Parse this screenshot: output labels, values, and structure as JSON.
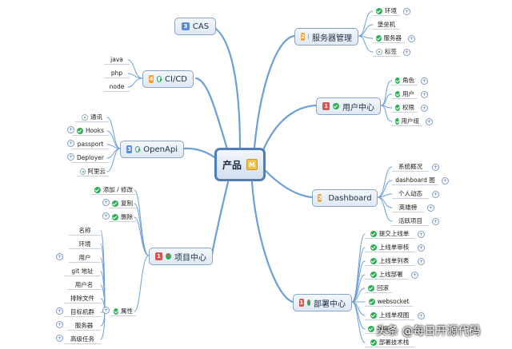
{
  "center": {
    "label": "产品",
    "badge": "M"
  },
  "branches": {
    "cas": {
      "num": "3",
      "label": "CAS"
    },
    "cicd": {
      "num": "4",
      "label": "CI/CD",
      "children": [
        "java",
        "php",
        "node"
      ]
    },
    "openapi": {
      "num": "3",
      "label": "OpenApi",
      "children": [
        "通讯",
        "Hooks",
        "passport",
        "Deployer",
        "阿里云"
      ]
    },
    "project": {
      "num": "1",
      "label": "项目中心",
      "children": [
        "添加 / 修改",
        "复制",
        "删除",
        "属性"
      ],
      "attributes": [
        "名称",
        "环境",
        "用户",
        "git 地址",
        "用户名",
        "排除文件",
        "目标机群",
        "服务器",
        "高级任务"
      ]
    },
    "server": {
      "num": "2",
      "label": "服务器管理",
      "children": [
        "环境",
        "堡垒机",
        "服务器",
        "标签"
      ]
    },
    "user": {
      "num": "1",
      "label": "用户中心",
      "children": [
        "角色",
        "用户",
        "权限",
        "用户组"
      ]
    },
    "dashboard": {
      "num": "2",
      "label": "Dashboard",
      "children": [
        "系统概况",
        "dashboard 图",
        "个人动态",
        "英雄榜",
        "活跃项目"
      ]
    },
    "deploy": {
      "num": "1",
      "label": "部署中心",
      "children": [
        "提交上线单",
        "上线单审核",
        "上线单列表",
        "上线部署",
        "回滚",
        "websocket",
        "上线单视图",
        "灰度",
        "部署技术栈"
      ]
    }
  },
  "watermark": "头条 @每日开源代码",
  "colors": {
    "connector": "#6c9fd8",
    "frame": "#4f7fb8",
    "check": "#2fae57"
  }
}
